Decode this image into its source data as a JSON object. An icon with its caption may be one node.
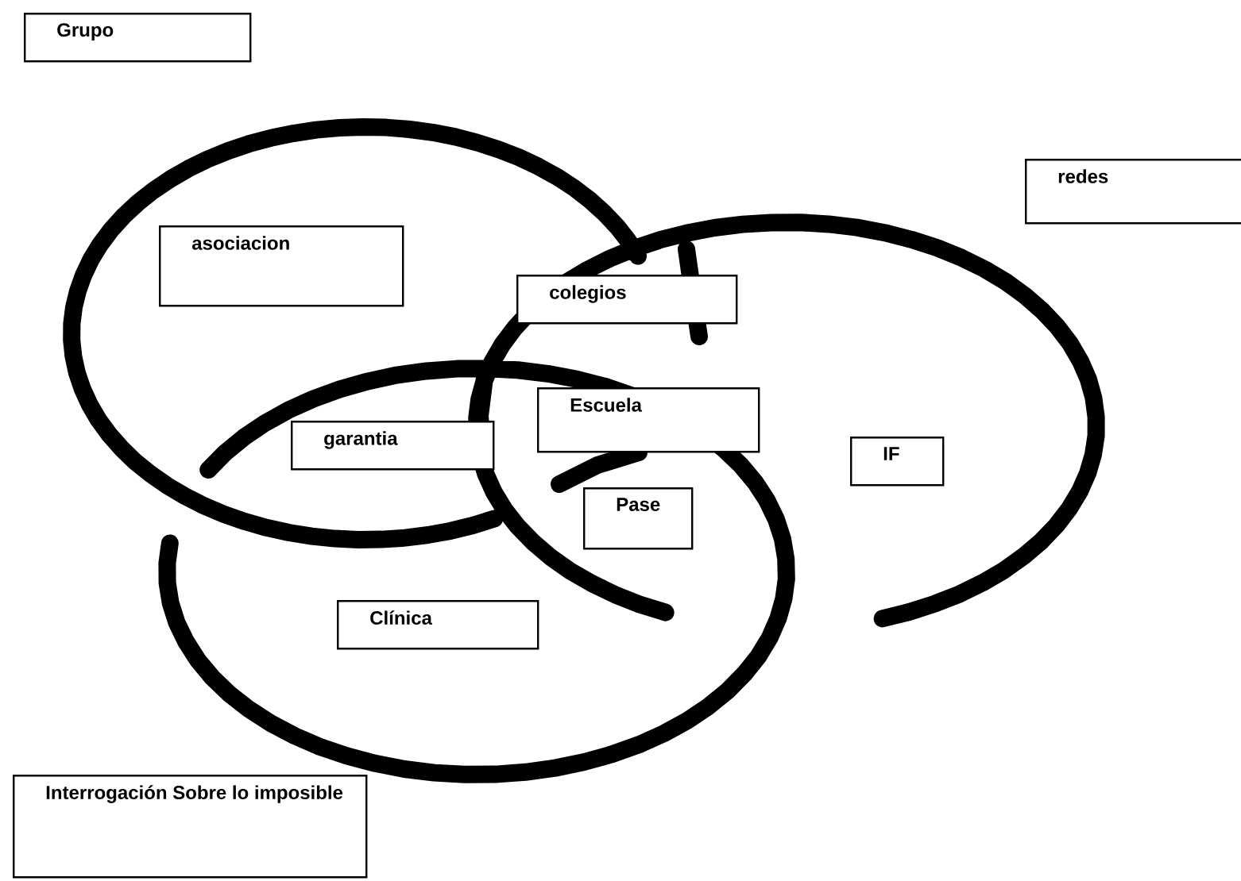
{
  "diagram": {
    "nodes": [
      {
        "text": [
          "Grupo"
        ]
      },
      {
        "text": [
          "redes"
        ]
      },
      {
        "text": [
          "asociacion"
        ]
      },
      {
        "text": [
          "colegios"
        ]
      },
      {
        "text": [
          "Escuela"
        ]
      },
      {
        "text": [
          "garantia"
        ]
      },
      {
        "text": [
          "IF"
        ]
      },
      {
        "text": [
          "Pase"
        ]
      },
      {
        "text": [
          "Clínica"
        ]
      },
      {
        "text": [
          "Interrogación Sobre lo imposible"
        ]
      }
    ]
  }
}
